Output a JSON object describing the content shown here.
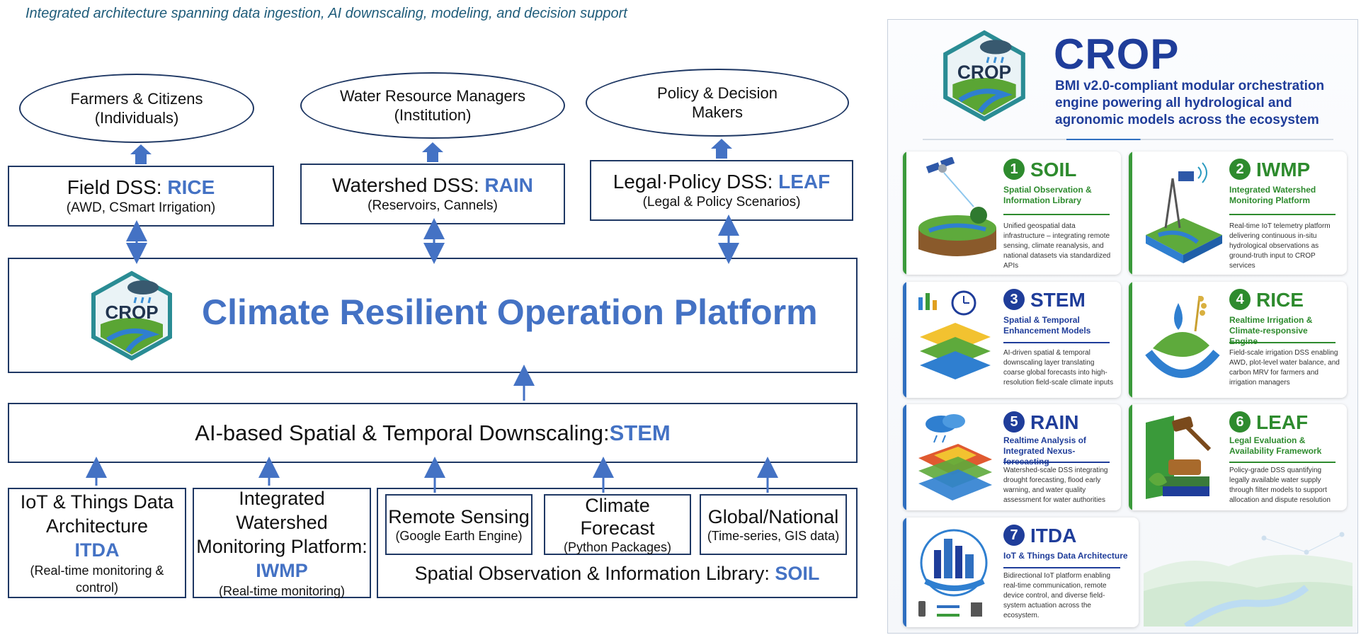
{
  "header": {
    "subtitle": "Integrated architecture spanning data ingestion, AI downscaling, modeling, and decision support"
  },
  "users": [
    {
      "line1": "Farmers & Citizens",
      "line2": "(Individuals)"
    },
    {
      "line1": "Water Resource Managers",
      "line2": "(Institution)"
    },
    {
      "line1": "Policy & Decision",
      "line2": "Makers"
    }
  ],
  "dss": [
    {
      "prefix": "Field DSS: ",
      "name": "RICE",
      "sub": "(AWD, CSmart Irrigation)"
    },
    {
      "prefix": "Watershed DSS: ",
      "name": "RAIN",
      "sub": "(Reservoirs, Cannels)"
    },
    {
      "prefix": "Legal·Policy DSS: ",
      "name": "LEAF",
      "sub": "(Legal & Policy Scenarios)"
    }
  ],
  "platform": {
    "logo_text": "CROP",
    "title": "Climate Resilient Operation Platform"
  },
  "stem": {
    "prefix": "AI-based Spatial & Temporal Downscaling: ",
    "name": "STEM"
  },
  "bottom": {
    "itda": {
      "line1": "IoT & Things Data",
      "line2": "Architecture",
      "name": "ITDA",
      "sub": "(Real-time monitoring & control)"
    },
    "iwmp": {
      "line1": "Integrated Watershed",
      "line2": "Monitoring Platform:",
      "name": "IWMP",
      "sub": "(Real-time monitoring)"
    },
    "soil": {
      "sources": [
        {
          "title": "Remote Sensing",
          "sub": "(Google Earth Engine)"
        },
        {
          "title": "Climate Forecast",
          "sub": "(Python Packages)"
        },
        {
          "title": "Global/National",
          "sub": "(Time-series, GIS data)"
        }
      ],
      "label_prefix": "Spatial Observation & Information Library: ",
      "name": "SOIL"
    }
  },
  "panel": {
    "logo_text": "CROP",
    "title": "CROP",
    "description": "BMI v2.0-compliant modular orchestration engine powering all hydrological and agronomic models across the ecosystem",
    "cards": [
      {
        "num": "1",
        "name": "SOIL",
        "sub": "Spatial Observation & Information Library",
        "desc": "Unified geospatial data infrastructure – integrating remote sensing, climate reanalysis, and national datasets via standardized APIs",
        "color": "#2e8b2e"
      },
      {
        "num": "2",
        "name": "IWMP",
        "sub": "Integrated Watershed Monitoring Platform",
        "desc": "Real-time IoT telemetry platform delivering continuous in-situ hydrological observations as ground-truth input to CROP services",
        "color": "#2e8b2e"
      },
      {
        "num": "3",
        "name": "STEM",
        "sub": "Spatial & Temporal Enhancement Models",
        "desc": "AI-driven spatial & temporal downscaling layer translating coarse global forecasts into high-resolution field-scale climate inputs",
        "color": "#1f3d9a"
      },
      {
        "num": "4",
        "name": "RICE",
        "sub": "Realtime Irrigation & Climate-responsive Engine",
        "desc": "Field-scale irrigation DSS enabling AWD, plot-level water balance, and carbon MRV for farmers and irrigation managers",
        "color": "#2e8b2e"
      },
      {
        "num": "5",
        "name": "RAIN",
        "sub": "Realtime Analysis of Integrated Nexus-forecasting",
        "desc": "Watershed-scale DSS integrating drought forecasting, flood early warning, and water quality assessment for water authorities",
        "color": "#1f3d9a"
      },
      {
        "num": "6",
        "name": "LEAF",
        "sub": "Legal Evaluation & Availability Framework",
        "desc": "Policy-grade DSS quantifying legally available water supply through filter models to support allocation and dispute resolution",
        "color": "#2e8b2e"
      },
      {
        "num": "7",
        "name": "ITDA",
        "sub": "IoT & Things Data Architecture",
        "desc": "Bidirectional IoT platform enabling real-time communication, remote device control, and diverse field-system actuation across the ecosystem.",
        "color": "#1f3d9a"
      }
    ]
  },
  "colors": {
    "accent": "#4472c4",
    "border": "#1f3864",
    "navy": "#1f3d9a",
    "green": "#2e8b2e"
  }
}
